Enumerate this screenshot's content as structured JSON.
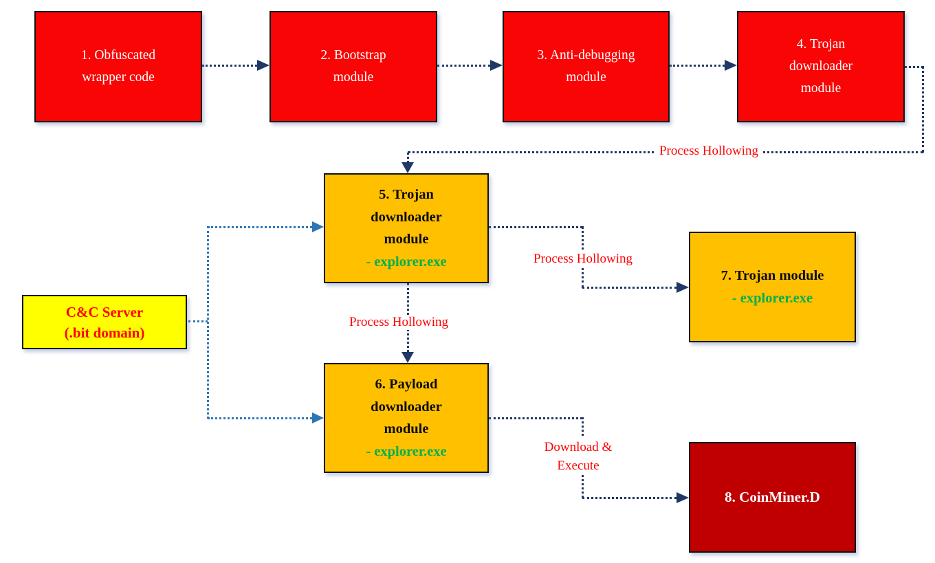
{
  "colors": {
    "bright-red": "#F90505",
    "dark-red": "#C00000",
    "orange": "#FFC000",
    "yellow": "#FFFF00",
    "navy-arrow": "#1F3864",
    "blue-arrow": "#2E75B6",
    "green-text": "#00B050",
    "label-red": "#FF0000",
    "background": "#FFFFFF"
  },
  "boxes": {
    "box1": {
      "line1": "1. Obfuscated",
      "line2": "wrapper code"
    },
    "box2": {
      "line1": "2. Bootstrap",
      "line2": "module"
    },
    "box3": {
      "line1": "3. Anti-debugging",
      "line2": "module"
    },
    "box4": {
      "line1": "4. Trojan",
      "line2": "downloader",
      "line3": "module"
    },
    "box5": {
      "line1": "5. Trojan",
      "line2": "downloader",
      "line3": "module",
      "process": "- explorer.exe"
    },
    "box6": {
      "line1": "6. Payload",
      "line2": "downloader",
      "line3": "module",
      "process": "- explorer.exe"
    },
    "box7": {
      "line1": "7. Trojan module",
      "process": "- explorer.exe"
    },
    "box8": {
      "line1": "8. CoinMiner.D"
    },
    "cc_server": {
      "line1": "C&C Server",
      "line2": "(.bit domain)"
    }
  },
  "edge_labels": {
    "top_process_hollowing": "Process Hollowing",
    "right_process_hollowing": "Process Hollowing",
    "mid_process_hollowing": "Process Hollowing",
    "download_execute_line1": "Download &",
    "download_execute_line2": "Execute"
  }
}
